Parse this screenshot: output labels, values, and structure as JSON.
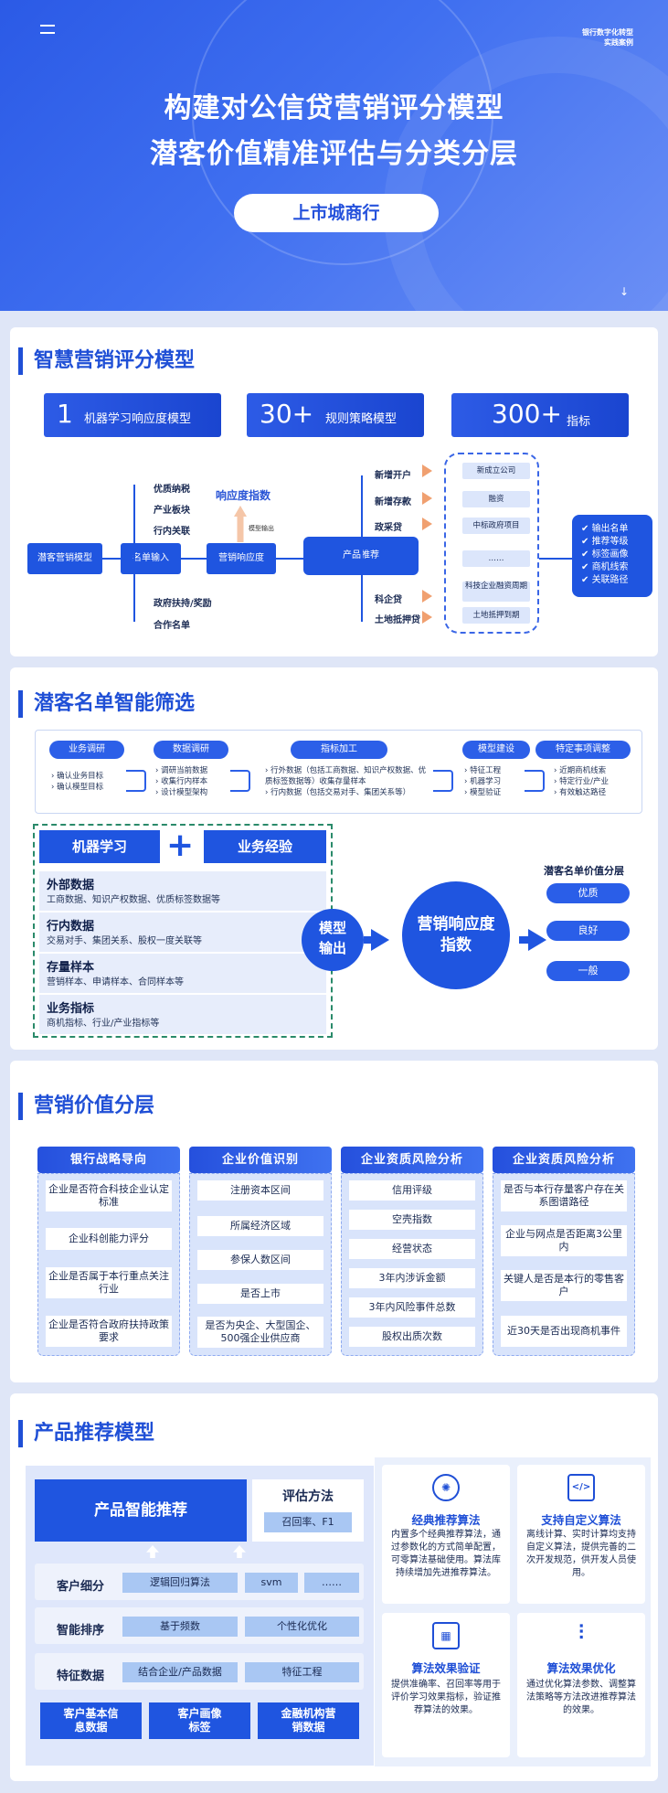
{
  "hero": {
    "tag1": "银行数字化转型",
    "tag2": "实践案例",
    "title1": "构建对公信贷营销评分模型",
    "title2": "潜客价值精准评估与分类分层",
    "bank": "上市城商行"
  },
  "s1": {
    "title": "智慧营销评分模型",
    "stats": [
      {
        "num": "1",
        "label": "机器学习响应度模型"
      },
      {
        "num": "30+",
        "label": "规则策略模型"
      },
      {
        "num": "300+",
        "label": "指标"
      }
    ],
    "root": "潜客营销模型",
    "namelist": "名单输入",
    "response": "营销响应度",
    "product": "产品推荐",
    "resp_index": "响应度指数",
    "model_out": "模型输出",
    "sources": [
      "优质纳税",
      "产业板块",
      "行内关联",
      "政府扶持/奖励",
      "合作名单"
    ],
    "products": [
      "新增开户",
      "新增存款",
      "政采贷",
      "科企贷",
      "土地抵押贷"
    ],
    "pboxes": [
      "新成立公司",
      "融资",
      "中标政府项目",
      "……",
      "科技企业融资周期",
      "土地抵押到期"
    ],
    "outputs": [
      "输出名单",
      "推荐等级",
      "标签画像",
      "商机线索",
      "关联路径"
    ]
  },
  "s2": {
    "title": "潜客名单智能筛选",
    "steps": [
      {
        "h": "业务调研",
        "t": [
          "确认业务目标",
          "确认模型目标"
        ]
      },
      {
        "h": "数据调研",
        "t": [
          "调研当前数据",
          "收集行内样本",
          "设计模型架构"
        ]
      },
      {
        "h": "指标加工",
        "t": [
          "行外数据（包括工商数据、知识产权数据、优质标签数据等）收集存量样本",
          "行内数据（包括交易对手、集团关系等）"
        ]
      },
      {
        "h": "模型建设",
        "t": [
          "特征工程",
          "机器学习",
          "模型验证"
        ]
      },
      {
        "h": "特定事项调整",
        "t": [
          "近期商机线索",
          "特定行业/产业",
          "有效触达路径"
        ]
      }
    ],
    "ml": "机器学习",
    "plus": "+",
    "biz": "业务经验",
    "data": [
      {
        "t": "外部数据",
        "s": "工商数据、知识产权数据、优质标签数据等"
      },
      {
        "t": "行内数据",
        "s": "交易对手、集团关系、股权一度关联等"
      },
      {
        "t": "存量样本",
        "s": "营销样本、申请样本、合同样本等"
      },
      {
        "t": "业务指标",
        "s": "商机指标、行业/产业指标等"
      }
    ],
    "model_out": "模型输出",
    "index": "营销响应度指数",
    "tier_title": "潜客名单价值分层",
    "tiers": [
      "优质",
      "良好",
      "一般"
    ]
  },
  "s3": {
    "title": "营销价值分层",
    "cols": [
      {
        "h": "银行战略导向",
        "items": [
          "企业是否符合科技企业认定标准",
          "企业科创能力评分",
          "企业是否属于本行重点关注行业",
          "企业是否符合政府扶持政策要求"
        ]
      },
      {
        "h": "企业价值识别",
        "items": [
          "注册资本区间",
          "所属经济区域",
          "参保人数区间",
          "是否上市",
          "是否为央企、大型国企、500强企业供应商"
        ]
      },
      {
        "h": "企业资质风险分析",
        "items": [
          "信用评级",
          "空壳指数",
          "经营状态",
          "3年内涉诉金额",
          "3年内风险事件总数",
          "股权出质次数"
        ]
      },
      {
        "h": "企业资质风险分析",
        "items": [
          "是否与本行存量客户存在关系图谱路径",
          "企业与网点是否距离3公里内",
          "关键人是否是本行的零售客户",
          "近30天是否出现商机事件"
        ]
      }
    ]
  },
  "s4": {
    "title": "产品推荐模型",
    "main": "产品智能推荐",
    "eval": "评估方法",
    "eval_v": "召回率、F1",
    "rows": [
      {
        "l": "客户细分",
        "c": [
          "逻辑回归算法",
          "svm",
          "……"
        ]
      },
      {
        "l": "智能排序",
        "c": [
          "基于频数",
          "个性化优化"
        ]
      },
      {
        "l": "特征数据",
        "c": [
          "结合企业/产品数据",
          "特征工程"
        ]
      }
    ],
    "bottom": [
      "客户基本信息数据",
      "客户画像标签",
      "金融机构营销数据"
    ],
    "cards": [
      {
        "t": "经典推荐算法",
        "d": "内置多个经典推荐算法，通过参数化的方式简单配置，可零算法基础使用。算法库持续增加先进推荐算法。",
        "i": "✺"
      },
      {
        "t": "支持自定义算法",
        "d": "离线计算、实时计算均支持自定义算法，提供完善的二次开发规范，供开发人员使用。",
        "i": "</>"
      },
      {
        "t": "算法效果验证",
        "d": "提供准确率、召回率等用于评价学习效果指标，验证推荐算法的效果。",
        "i": "▦"
      },
      {
        "t": "算法效果优化",
        "d": "通过优化算法参数、调整算法策略等方法改进推荐算法的效果。",
        "i": "⫶"
      }
    ]
  }
}
